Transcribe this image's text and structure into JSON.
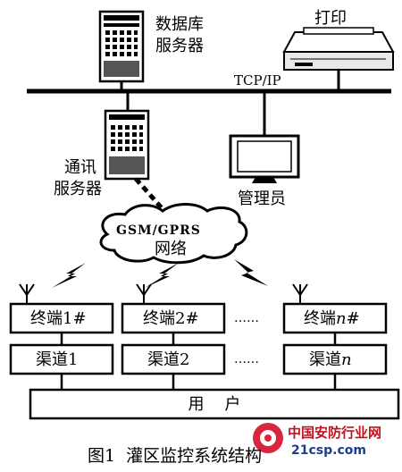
{
  "nodes": {
    "db_server": "数据库\n服务器",
    "printer": "打印",
    "network_protocol": "TCP/IP",
    "comm_server": "通讯\n服务器",
    "admin": "管理员",
    "wireless_net_top": "GSM/GPRS",
    "wireless_net_bottom": "网络",
    "terminals": [
      "终端1#",
      "终端2#",
      "终端",
      "n#"
    ],
    "channels": [
      "渠道1",
      "渠道2",
      "渠道",
      "n"
    ],
    "ellipsis": "……",
    "users": "用    户"
  },
  "caption": "图1  灌区监控系统结构",
  "watermark": {
    "cn": "中国安防行业网",
    "url": "21csp.com"
  }
}
